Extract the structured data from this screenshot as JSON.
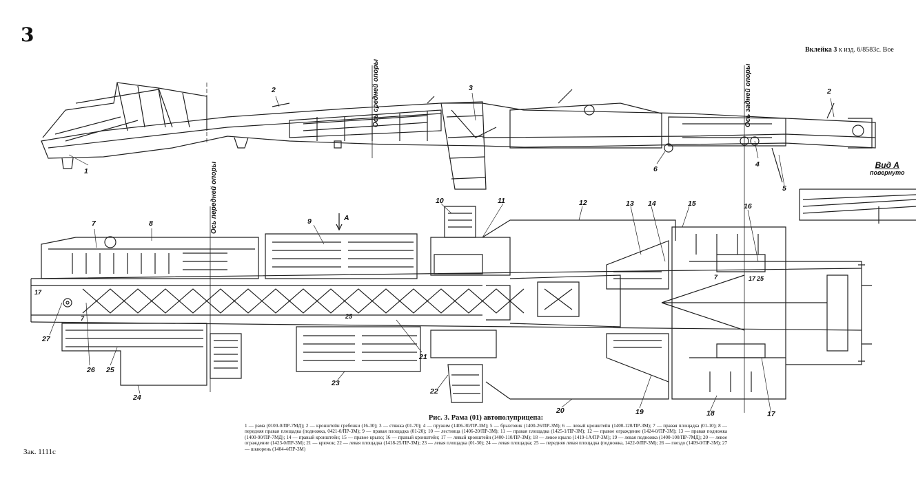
{
  "page_number": "3",
  "insert_note": {
    "bold": "Вклейка 3",
    "rest": "к изд. 6/8583с. Вое"
  },
  "order_number": "Зак. 1111с",
  "view_label": {
    "title": "Вид А",
    "subtitle": "повернуто"
  },
  "axes": {
    "middle": "Ось средней опоры",
    "rear": "Ось задней опоры",
    "front": "Ось передней опоры"
  },
  "arrow_label": "А",
  "small_numbers": {
    "n17": "17",
    "n7a": "7",
    "n7b": "7",
    "n17b": "17",
    "n25a": "25",
    "n25b": "25"
  },
  "callouts": [
    "1",
    "2",
    "3",
    "2",
    "6",
    "4",
    "5",
    "7",
    "8",
    "9",
    "10",
    "11",
    "12",
    "13",
    "14",
    "15",
    "16",
    "27",
    "26",
    "25",
    "24",
    "23",
    "21",
    "22",
    "20",
    "19",
    "18",
    "17"
  ],
  "caption": {
    "title": "Рис. 3. Рама (01) автополуприцепа:",
    "text": "1 — рама (0100-0/ПР-7МД); 2 — кронштейн гребенки (16-30); 3 — стяжка (01-70); 4 — пружим (1406-30/ПР-3М); 5 — брызговик (1400-26/ПР-3М); 6 — левый кронштейн (1400-120/ПР-3М); 7 — правая площадка (01-10); 8 — передняя правая площадка (подножка, 0421-0/ПР-3М); 9 — правая площадка (01-20); 10 — лестница (1406-20/ПР-3М); 11 — правая площадка (1425-1/ПР-3М); 12 — правое ограждение (1424-0/ПР-3М); 13 — правая подножка (1400-90/ПР-7МД); 14 — правый кронштейн; 15 — правое крыло; 16 — правый кронштейн; 17 — левый кронштейн (1400-110/ПР-3М); 18 — левое крыло (1419-1А/ПР-3М); 19 — левая подножка (1400-100/ПР-7МД); 20 — левое ограждение (1423-0/ПР-3М); 21 — крючок; 22 — левая площадка (1418-25/ПР-3М); 23 — левая площадка (01-30); 24 — левая площадка; 25 — передняя левая площадка (подножка, 1422-0/ПР-3М); 26 — гнездо (1409-0/ПР-3М); 27 — шкворень (1404-4/ПР-3М)"
  }
}
